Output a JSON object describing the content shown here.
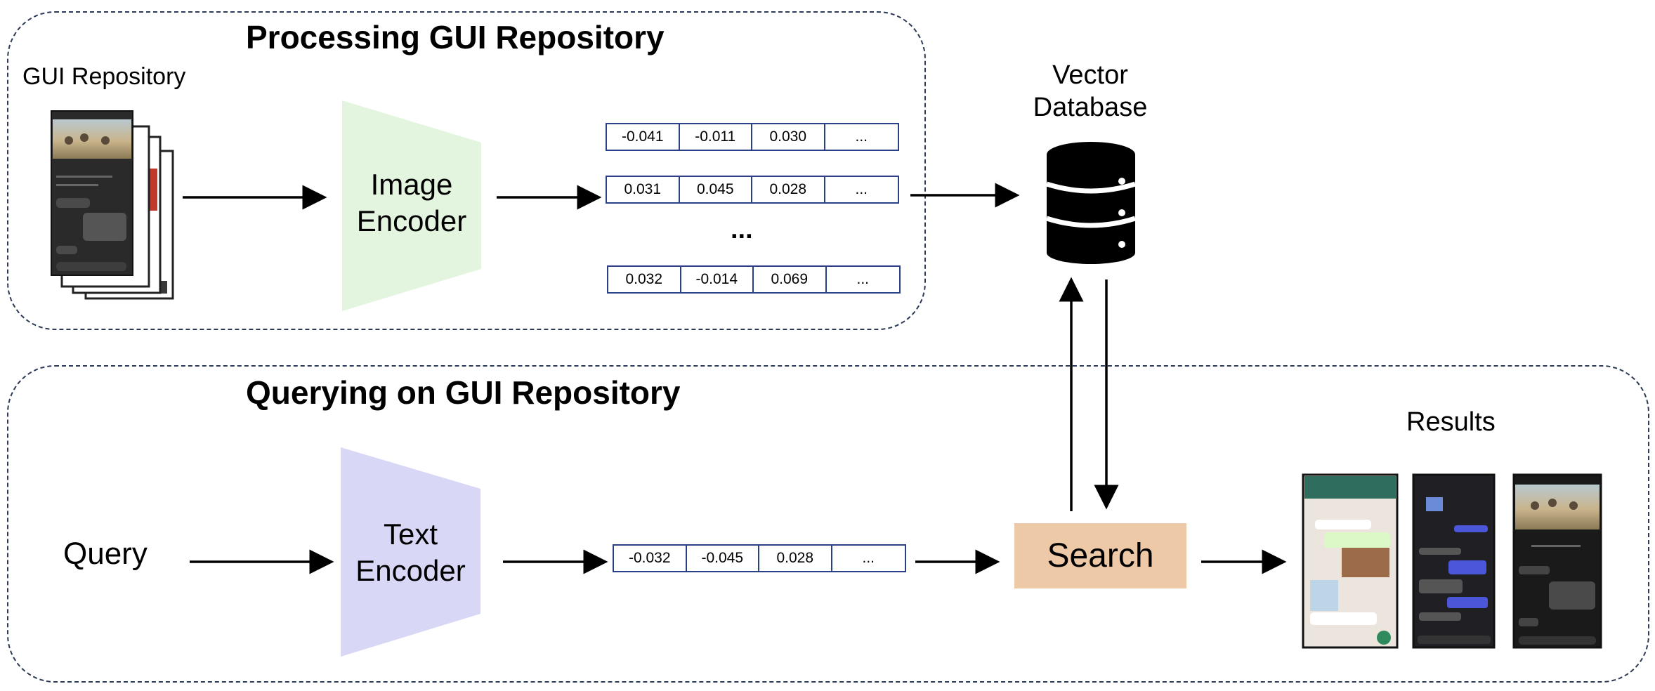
{
  "processing": {
    "title": "Processing GUI Repository",
    "repository_label": "GUI Repository",
    "encoder_line1": "Image",
    "encoder_line2": "Encoder",
    "vectors": [
      [
        "-0.041",
        "-0.011",
        "0.030",
        "..."
      ],
      [
        "0.031",
        "0.045",
        "0.028",
        "..."
      ],
      [
        "0.032",
        "-0.014",
        "0.069",
        "..."
      ]
    ],
    "ellipsis": "...",
    "colors": {
      "encoder_fill": "#e3f5df"
    }
  },
  "database": {
    "label_line1": "Vector",
    "label_line2": "Database",
    "icon": "database-icon"
  },
  "querying": {
    "title": "Querying on GUI Repository",
    "query_label": "Query",
    "encoder_line1": "Text",
    "encoder_line2": "Encoder",
    "vector": [
      "-0.032",
      "-0.045",
      "0.028",
      "..."
    ],
    "search_label": "Search",
    "results_label": "Results",
    "colors": {
      "encoder_fill": "#d8d8f6",
      "search_fill": "#edc9a8"
    }
  },
  "colors": {
    "dashed_border": "#2d3a55",
    "vector_border": "#2b3f86"
  }
}
